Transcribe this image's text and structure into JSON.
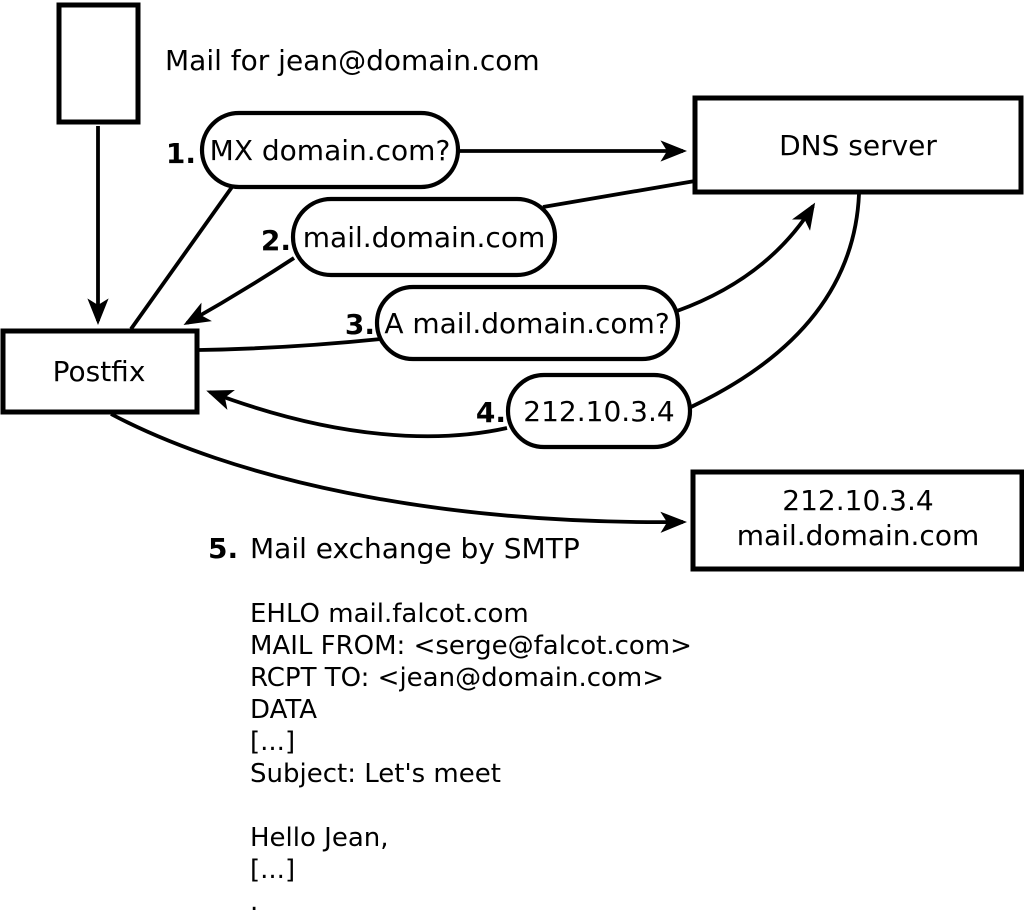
{
  "title": "Mail for jean@domain.com",
  "nodes": {
    "sender_icon": "envelope",
    "postfix": {
      "label": "Postfix"
    },
    "dns": {
      "label": "DNS server"
    },
    "destination": {
      "line1": "212.10.3.4",
      "line2": "mail.domain.com"
    }
  },
  "steps": [
    {
      "num": "1.",
      "label": "MX domain.com?",
      "direction": "postfix-to-dns"
    },
    {
      "num": "2.",
      "label": "mail.domain.com",
      "direction": "dns-to-postfix"
    },
    {
      "num": "3.",
      "label": "A mail.domain.com?",
      "direction": "postfix-to-dns"
    },
    {
      "num": "4.",
      "label": "212.10.3.4",
      "direction": "dns-to-postfix"
    },
    {
      "num": "5.",
      "label": "Mail exchange by SMTP",
      "direction": "postfix-to-destination"
    }
  ],
  "smtp_transcript": {
    "lines": [
      "EHLO mail.falcot.com",
      "MAIL FROM: <serge@falcot.com>",
      "RCPT TO: <jean@domain.com>",
      "DATA",
      "[...]",
      "Subject: Let's meet",
      "Hello Jean,",
      "[...]",
      "."
    ]
  },
  "colors": {
    "stroke": "#000000",
    "background": "#ffffff"
  }
}
